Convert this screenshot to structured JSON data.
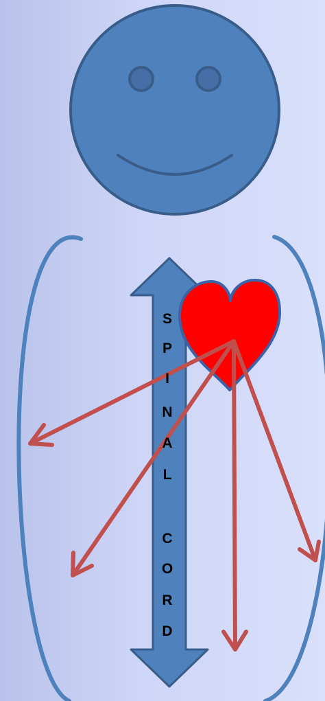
{
  "diagram": {
    "spinal_cord": {
      "letters": [
        "S",
        "P",
        "I",
        "N",
        "A",
        "L",
        "C",
        "O",
        "R",
        "D"
      ]
    },
    "colors": {
      "background_left": "#b9c2ea",
      "background_right": "#d9e0fb",
      "face_fill": "#4f81bd",
      "face_stroke": "#385d8a",
      "body_outline": "#4f81bd",
      "spine_arrow_fill": "#4f81bd",
      "spine_arrow_stroke": "#385d8a",
      "heart_fill": "#ff0000",
      "heart_stroke": "#3b63a8",
      "nerve_arrows": "#c0504d"
    },
    "icons": {
      "face": "smiley-face-icon",
      "heart": "heart-icon"
    }
  }
}
